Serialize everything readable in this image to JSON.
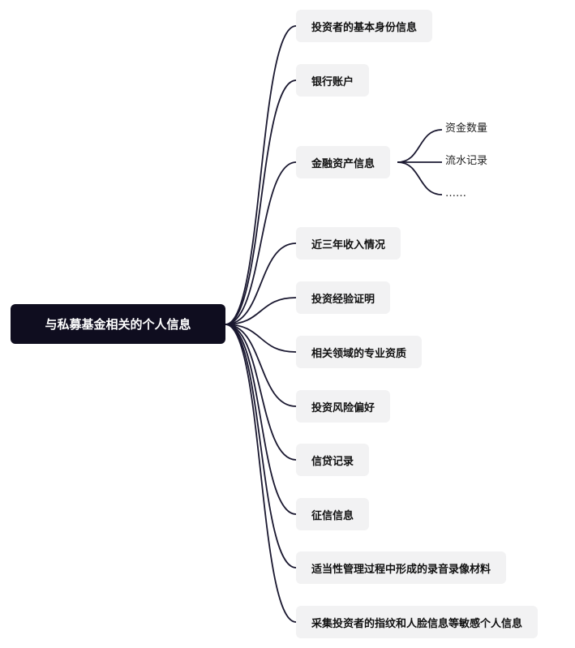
{
  "root": {
    "label": "与私募基金相关的个人信息"
  },
  "branches": [
    {
      "label": "投资者的基本身份信息"
    },
    {
      "label": "银行账户"
    },
    {
      "label": "金融资产信息",
      "children": [
        "资金数量",
        "流水记录",
        "……"
      ]
    },
    {
      "label": "近三年收入情况"
    },
    {
      "label": "投资经验证明"
    },
    {
      "label": "相关领域的专业资质"
    },
    {
      "label": "投资风险偏好"
    },
    {
      "label": "信贷记录"
    },
    {
      "label": "征信信息"
    },
    {
      "label": "适当性管理过程中形成的录音录像材料"
    },
    {
      "label": "采集投资者的指纹和人脸信息等敏感个人信息"
    }
  ],
  "colors": {
    "root_bg": "#0f0d1f",
    "node_bg": "#f2f2f3",
    "line": "#1a1830"
  }
}
